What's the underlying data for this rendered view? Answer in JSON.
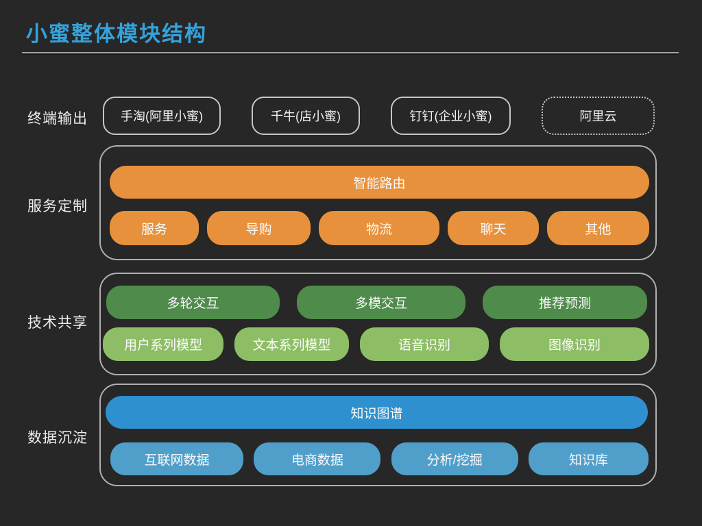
{
  "title": "小蜜整体模块结构",
  "colors": {
    "background": "#272727",
    "title_blue": "#35A2DB",
    "box_border": "#C6C6C6",
    "section_border": "#B0B0B0",
    "orange": "#E8913C",
    "green_dark": "#4F8B4B",
    "green_light": "#8DBE66",
    "blue": "#2E90CE",
    "blue_light": "#509FCB",
    "text": "#FAFAFA"
  },
  "rows": [
    {
      "label": "终端输出",
      "boxes": [
        {
          "label": "手淘(阿里小蜜)",
          "border": "solid"
        },
        {
          "label": "千牛(店小蜜)",
          "border": "solid"
        },
        {
          "label": "钉钉(企业小蜜)",
          "border": "solid"
        },
        {
          "label": "阿里云",
          "border": "dotted"
        }
      ]
    },
    {
      "label": "服务定制",
      "header": "智能路由",
      "pills": [
        "服务",
        "导购",
        "物流",
        "聊天",
        "其他"
      ]
    },
    {
      "label": "技术共享",
      "row1": [
        "多轮交互",
        "多模交互",
        "推荐预测"
      ],
      "row2": [
        "用户系列模型",
        "文本系列模型",
        "语音识别",
        "图像识别"
      ]
    },
    {
      "label": "数据沉淀",
      "header": "知识图谱",
      "pills": [
        "互联网数据",
        "电商数据",
        "分析/挖掘",
        "知识库"
      ]
    }
  ]
}
